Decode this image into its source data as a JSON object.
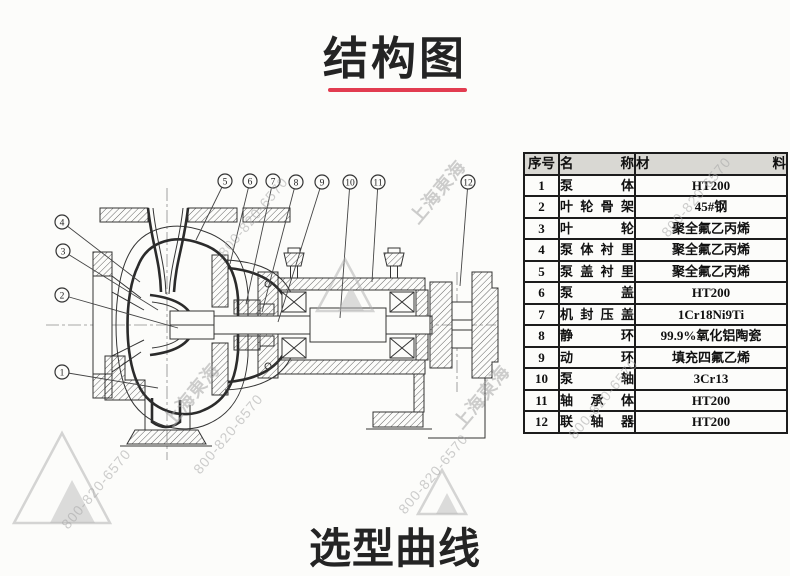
{
  "page": {
    "title": "结构图",
    "bottom_section_title": "选型曲线",
    "accent_color": "#e23c50"
  },
  "watermark": {
    "brand": "上海東海",
    "phone": "800-820-6570"
  },
  "diagram": {
    "description": "离心泵结构剖面图",
    "callouts": [
      "1",
      "2",
      "3",
      "4",
      "5",
      "6",
      "7",
      "8",
      "9",
      "10",
      "11",
      "12"
    ]
  },
  "table": {
    "headers": [
      "序号",
      "名称",
      "材料"
    ],
    "rows": [
      [
        "1",
        "泵体",
        "HT200"
      ],
      [
        "2",
        "叶轮骨架",
        "45#钢"
      ],
      [
        "3",
        "叶轮",
        "聚全氟乙丙烯"
      ],
      [
        "4",
        "泵体衬里",
        "聚全氟乙丙烯"
      ],
      [
        "5",
        "泵盖衬里",
        "聚全氟乙丙烯"
      ],
      [
        "6",
        "泵盖",
        "HT200"
      ],
      [
        "7",
        "机封压盖",
        "1Cr18Ni9Ti"
      ],
      [
        "8",
        "静环",
        "99.9%氧化铝陶瓷"
      ],
      [
        "9",
        "动环",
        "填充四氟乙烯"
      ],
      [
        "10",
        "泵轴",
        "3Cr13"
      ],
      [
        "11",
        "轴承体",
        "HT200"
      ],
      [
        "12",
        "联轴器",
        "HT200"
      ]
    ]
  }
}
